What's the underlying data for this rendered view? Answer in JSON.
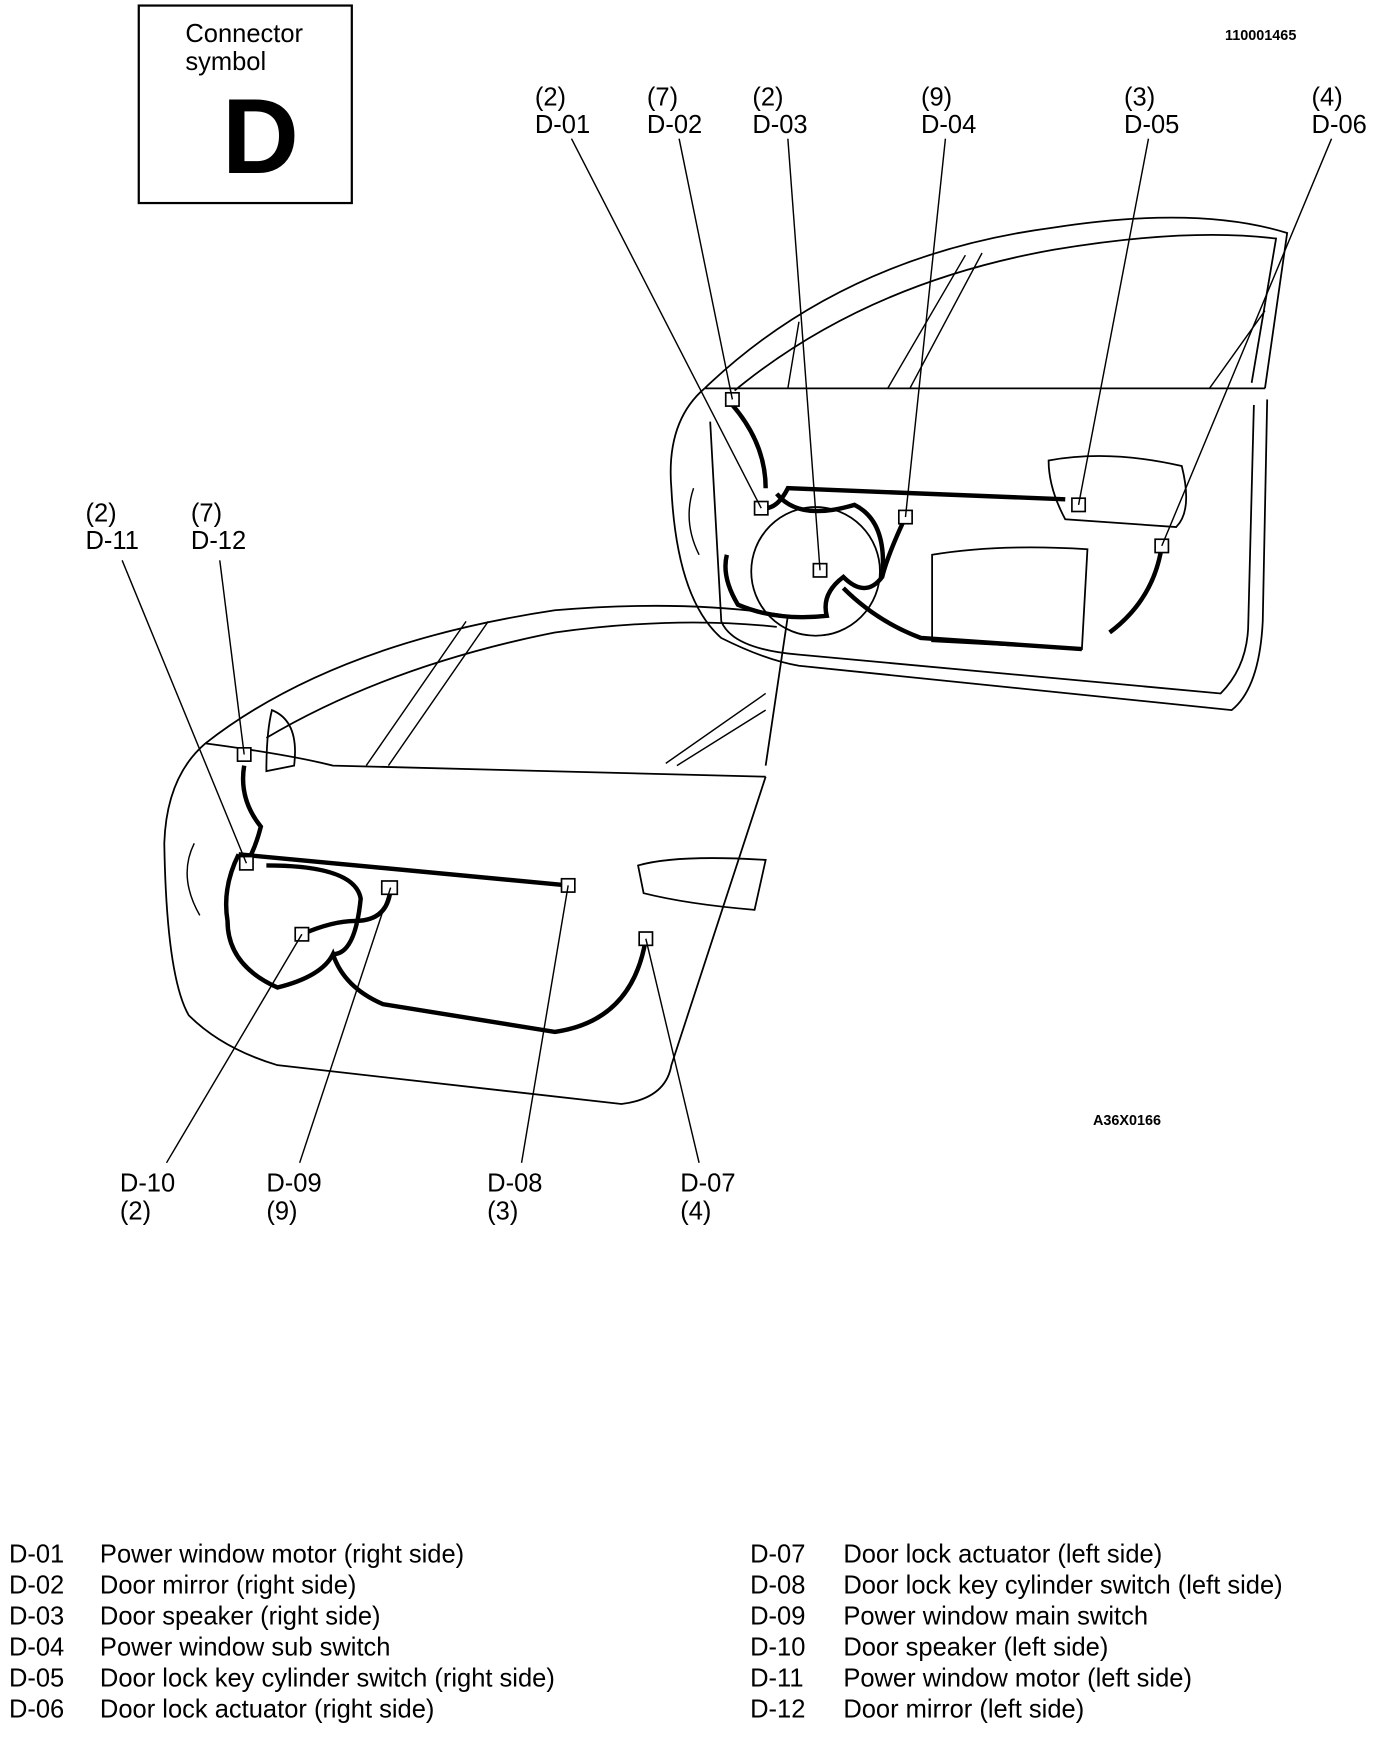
{
  "symbol_box": {
    "title_line1": "Connector",
    "title_line2": "symbol",
    "letter": "D"
  },
  "doc_id": "110001465",
  "figure_id": "A36X0166",
  "callouts": [
    {
      "code": "D-01",
      "pins": "(2)"
    },
    {
      "code": "D-02",
      "pins": "(7)"
    },
    {
      "code": "D-03",
      "pins": "(2)"
    },
    {
      "code": "D-04",
      "pins": "(9)"
    },
    {
      "code": "D-05",
      "pins": "(3)"
    },
    {
      "code": "D-06",
      "pins": "(4)"
    },
    {
      "code": "D-07",
      "pins": "(4)"
    },
    {
      "code": "D-08",
      "pins": "(3)"
    },
    {
      "code": "D-09",
      "pins": "(9)"
    },
    {
      "code": "D-10",
      "pins": "(2)"
    },
    {
      "code": "D-11",
      "pins": "(2)"
    },
    {
      "code": "D-12",
      "pins": "(7)"
    }
  ],
  "legend": [
    {
      "code": "D-01",
      "desc": "Power window motor (right side)"
    },
    {
      "code": "D-02",
      "desc": "Door mirror (right side)"
    },
    {
      "code": "D-03",
      "desc": "Door speaker (right side)"
    },
    {
      "code": "D-04",
      "desc": "Power window sub switch"
    },
    {
      "code": "D-05",
      "desc": "Door lock key cylinder switch (right side)"
    },
    {
      "code": "D-06",
      "desc": "Door lock actuator (right side)"
    },
    {
      "code": "D-07",
      "desc": "Door lock actuator (left side)"
    },
    {
      "code": "D-08",
      "desc": "Door lock key cylinder switch (left side)"
    },
    {
      "code": "D-09",
      "desc": "Power window main switch"
    },
    {
      "code": "D-10",
      "desc": "Door speaker (left side)"
    },
    {
      "code": "D-11",
      "desc": "Power window motor (left side)"
    },
    {
      "code": "D-12",
      "desc": "Door mirror (left side)"
    }
  ]
}
